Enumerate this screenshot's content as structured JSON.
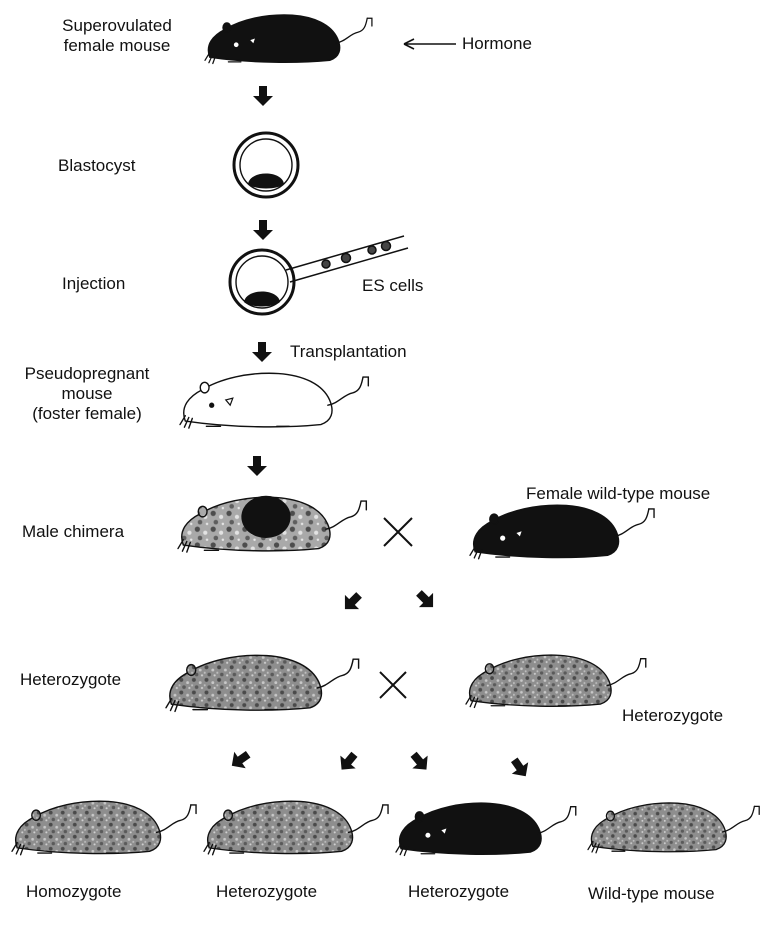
{
  "labels": {
    "superovulated_line1": "Superovulated",
    "superovulated_line2": "female mouse",
    "hormone": "Hormone",
    "blastocyst": "Blastocyst",
    "injection": "Injection",
    "es_cells": "ES cells",
    "transplantation": "Transplantation",
    "pseudopregnant_line1": "Pseudopregnant",
    "pseudopregnant_line2": "mouse",
    "pseudopregnant_line3": "(foster female)",
    "male_chimera": "Male chimera",
    "female_wild_type": "Female wild-type mouse",
    "heterozygote_left": "Heterozygote",
    "heterozygote_right": "Heterozygote",
    "offspring": [
      "Homozygote",
      "Heterozygote",
      "Heterozygote",
      "Wild-type mouse"
    ]
  },
  "colors": {
    "ink": "#111111",
    "mouse_black": "#111111",
    "mouse_white": "#ffffff",
    "mouse_mottled": "#8a8a8a",
    "mouse_chimera": "#9a9a9a"
  }
}
